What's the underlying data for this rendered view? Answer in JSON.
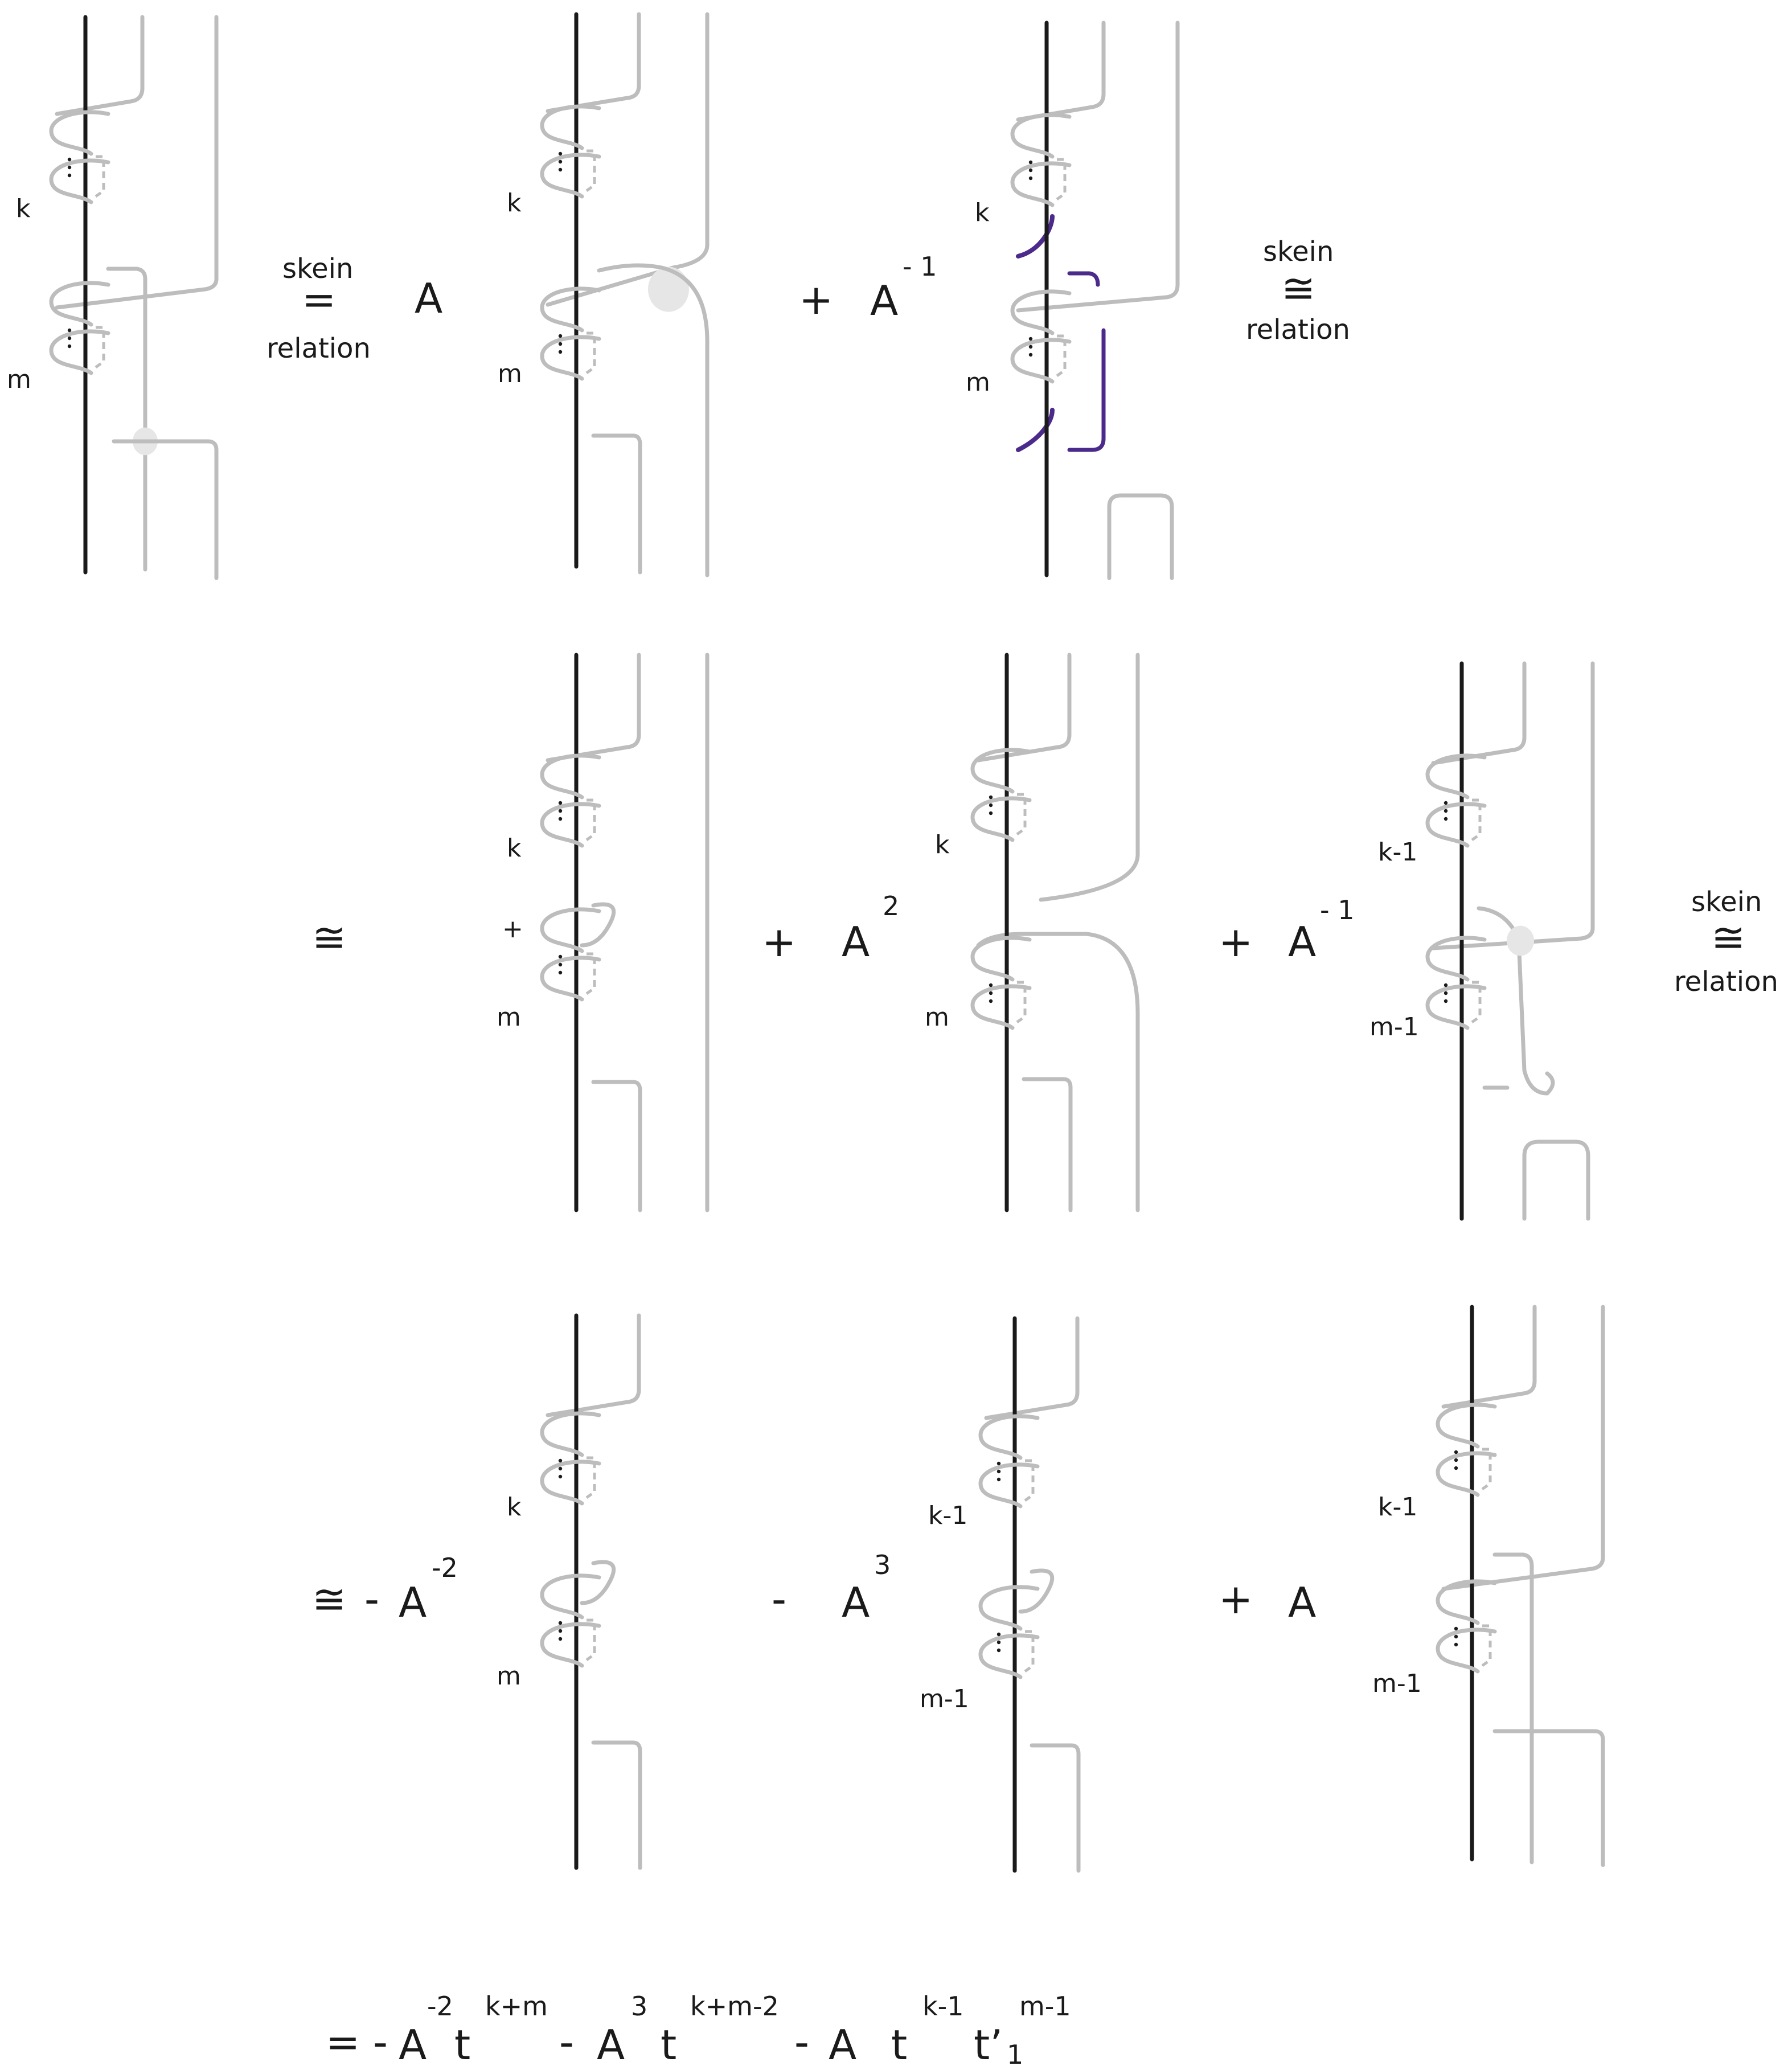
{
  "colors": {
    "rod": "#1a1a1a",
    "strand": "#bdbdbd",
    "highlight": "#4b2a8c",
    "crossing": "#e6e6e6",
    "text": "#1a1a1a"
  },
  "labels": {
    "k": "k",
    "m": "m",
    "k1": "k-1",
    "m1": "m-1",
    "plus_small": "+",
    "skein": "skein",
    "relation": "relation",
    "eq": "=",
    "approx": "≅"
  },
  "coefficients": {
    "A": "A",
    "minus": "-",
    "plus": "+",
    "exp_m1": "- 1",
    "exp_2": "2",
    "exp_m2": "-2",
    "exp_3": "3"
  },
  "formula": {
    "eq": "=",
    "minus": "-",
    "A": "A",
    "t": "t",
    "tprime": "t’",
    "exp_m2": "-2",
    "exp_km": "k+m",
    "exp_3": "3",
    "exp_km2": "k+m-2",
    "exp_k1": "k-1",
    "sub_1": "1",
    "exp_m1": "m-1"
  }
}
